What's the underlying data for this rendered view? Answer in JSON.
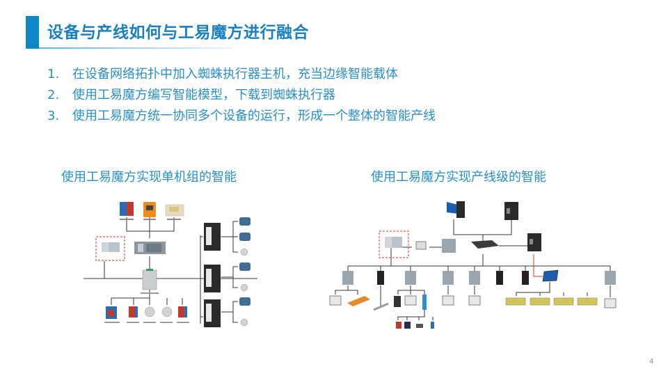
{
  "slide": {
    "title": "设备与产线如何与工易魔方进行融合",
    "points": [
      {
        "num": "1.",
        "text": "在设备网络拓扑中加入蜘蛛执行器主机，充当边缘智能载体"
      },
      {
        "num": "2.",
        "text": "使用工易魔方编写智能模型，下载到蜘蛛执行器"
      },
      {
        "num": "3.",
        "text": "使用工易魔方统一协同多个设备的运行，形成一个整体的智能产线"
      }
    ],
    "left_caption": "使用工易魔方实现单机组的智能",
    "right_caption": "使用工易魔方实现产线级的智能",
    "page_number": "4"
  },
  "colors": {
    "accent": "#0c86c7",
    "text_blue": "#2a8fc6",
    "highlight_dashed": "#e03030"
  }
}
